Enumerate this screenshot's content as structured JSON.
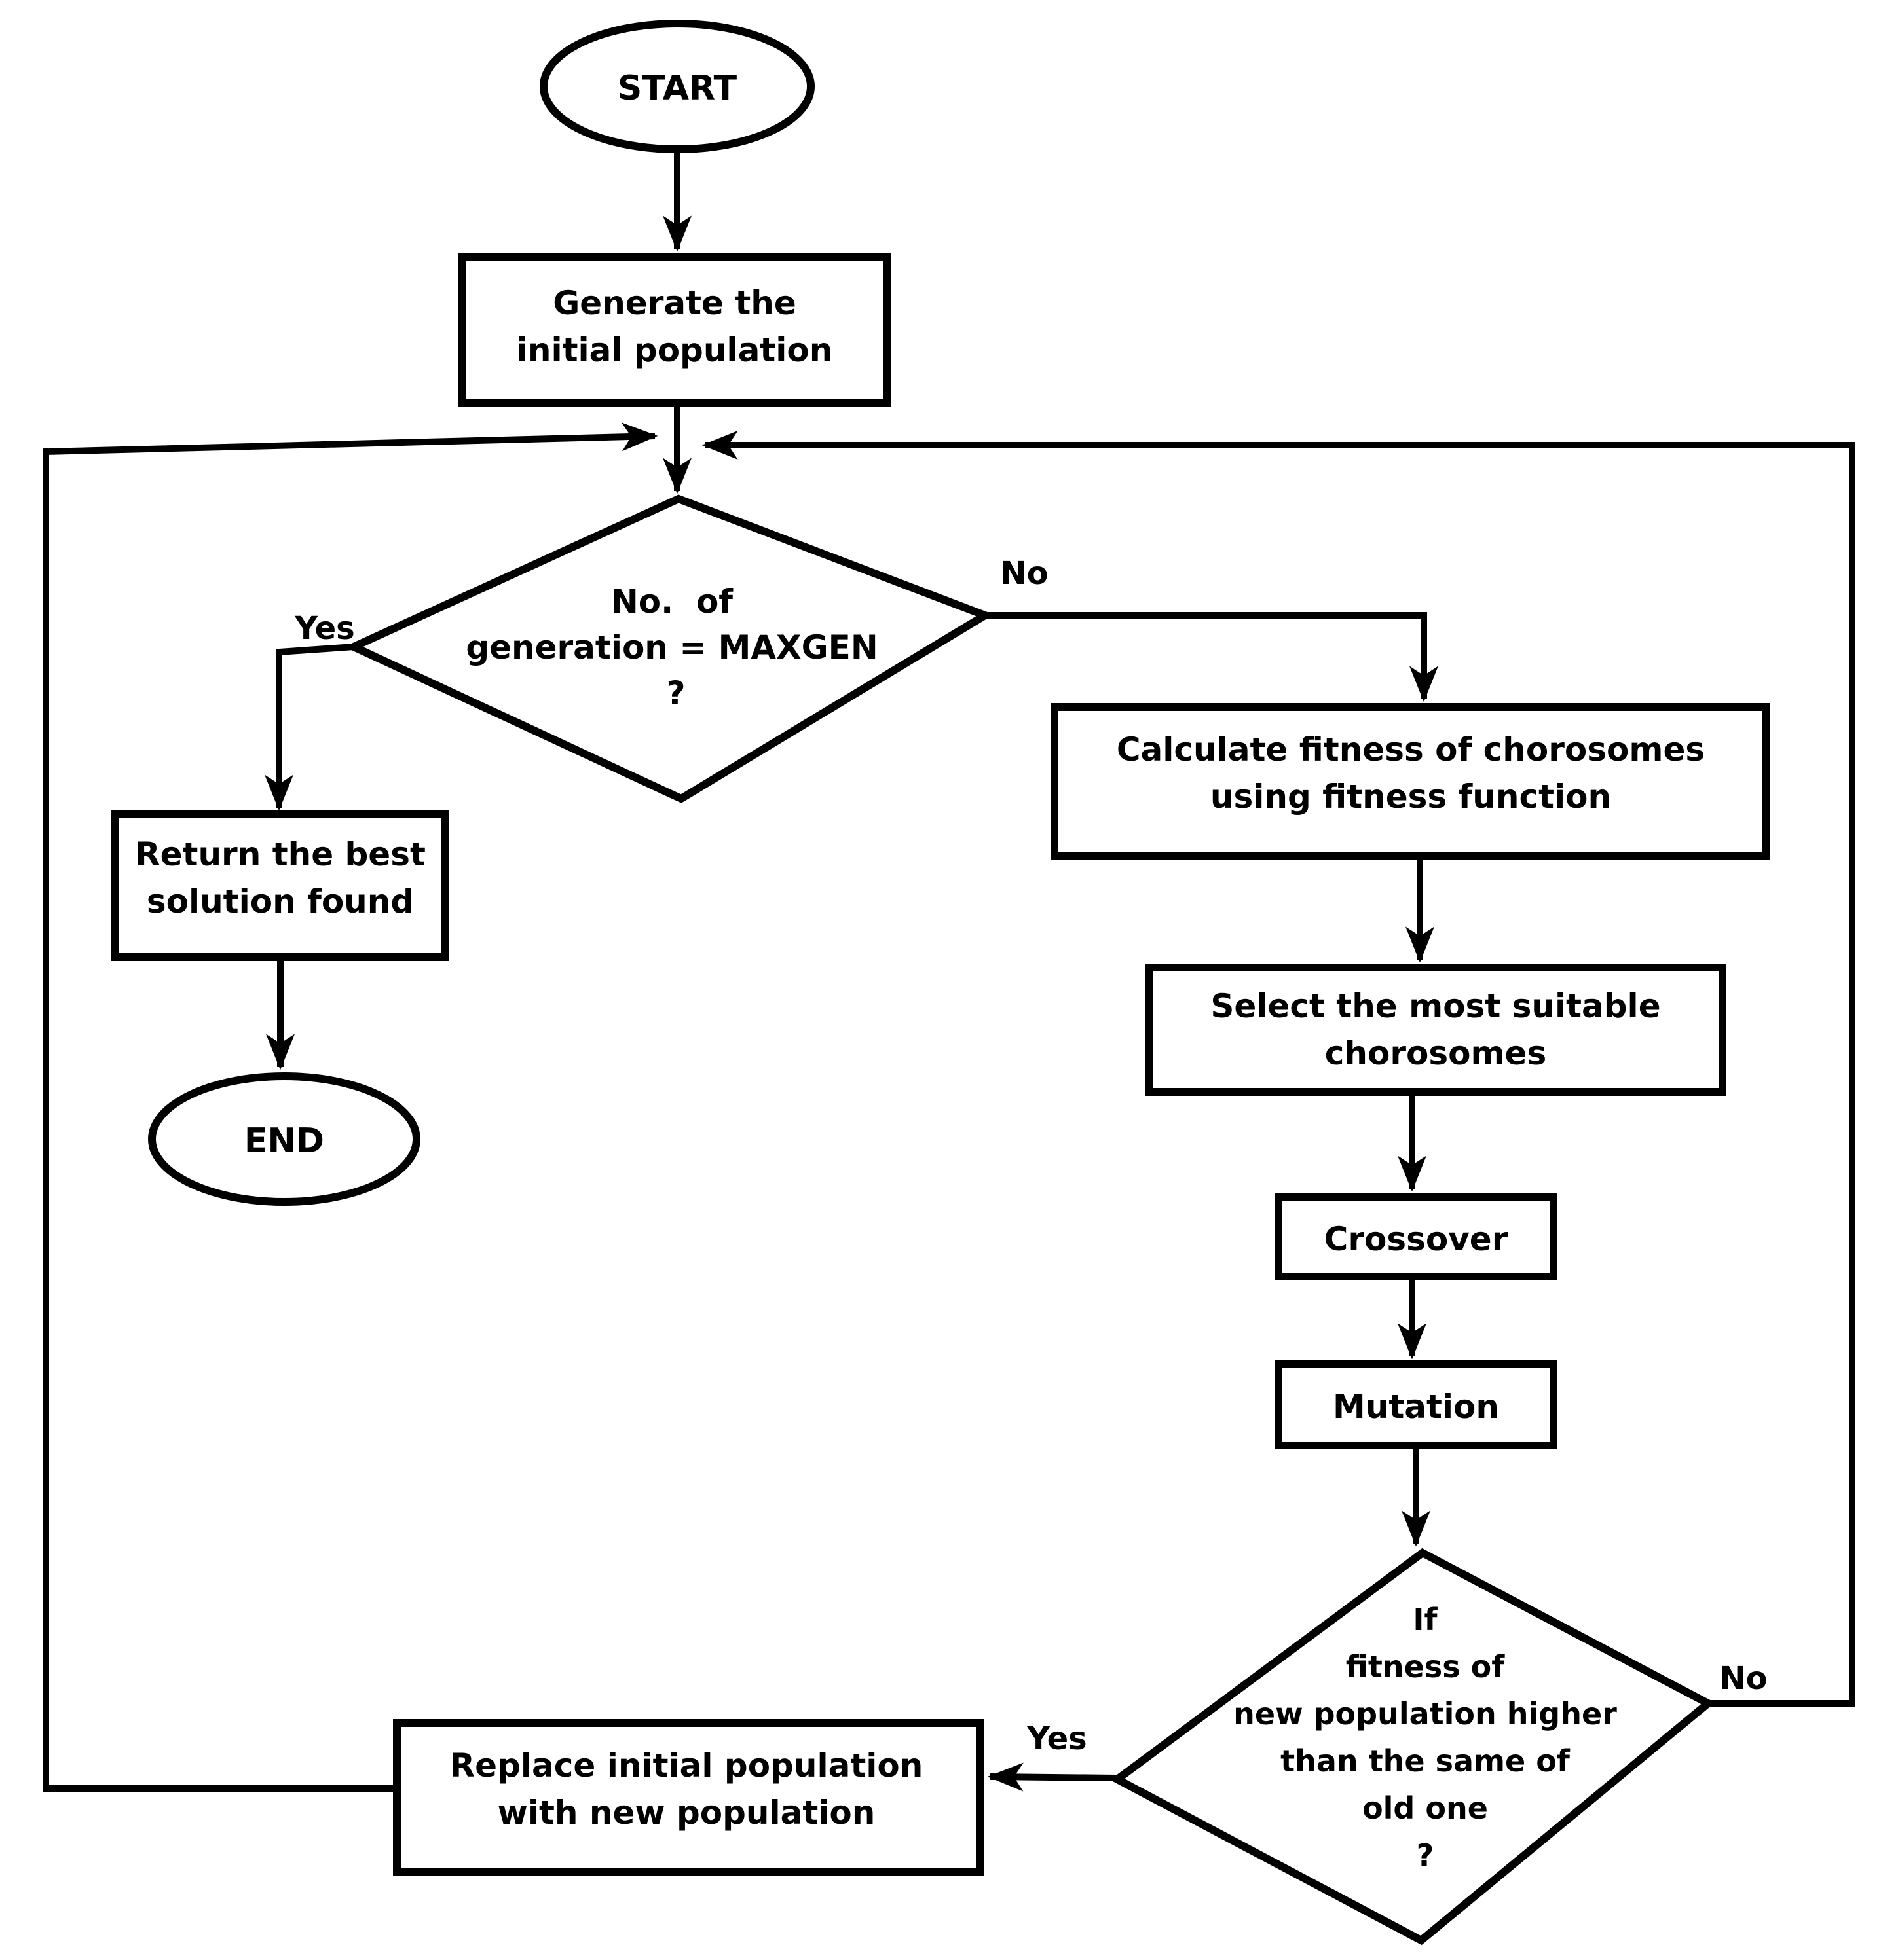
{
  "colors": {
    "ink": "#000000",
    "paper": "#ffffff"
  },
  "nodes": {
    "start": {
      "type": "terminator",
      "label": "START"
    },
    "generate": {
      "type": "process",
      "lines": [
        "Generate the",
        "initial population"
      ]
    },
    "maxgen_decision": {
      "type": "decision",
      "lines": [
        "No.  of",
        "generation = MAXGEN",
        "?"
      ]
    },
    "return_best": {
      "type": "process",
      "lines": [
        "Return the best",
        "solution found"
      ]
    },
    "end": {
      "type": "terminator",
      "label": "END"
    },
    "calculate_fitness": {
      "type": "process",
      "lines": [
        "Calculate fitness of chorosomes",
        "using fitness function"
      ]
    },
    "select_suitable": {
      "type": "process",
      "lines": [
        "Select the most suitable",
        "chorosomes"
      ]
    },
    "crossover": {
      "type": "process",
      "label": "Crossover"
    },
    "mutation": {
      "type": "process",
      "label": "Mutation"
    },
    "fitness_decision": {
      "type": "decision",
      "lines": [
        "If",
        "fitness of",
        "new population higher",
        "than the same of",
        "old one",
        "?"
      ]
    },
    "replace_population": {
      "type": "process",
      "lines": [
        "Replace initial population",
        "with new population"
      ]
    }
  },
  "edge_labels": {
    "maxgen_yes": "Yes",
    "maxgen_no": "No",
    "fitness_yes": "Yes",
    "fitness_no": "No"
  }
}
